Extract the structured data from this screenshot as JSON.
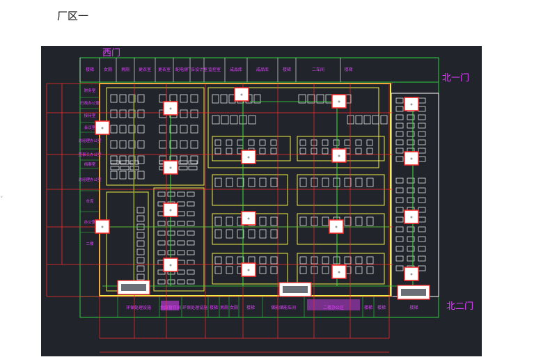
{
  "page": {
    "title": "厂区一"
  },
  "gates": {
    "west": "西门",
    "north1": "北一门",
    "north2": "北二门"
  },
  "top_rooms": [
    "楼梯",
    "女厕",
    "男厕",
    "更衣室",
    "更衣室",
    "配电房",
    "广告设计室",
    "监控室",
    "成品库",
    "成品库",
    "楼梯",
    "二车间",
    "楼梯"
  ],
  "left_rooms": [
    "财务室",
    "行政办公室",
    "接待室",
    "会议室",
    "总经理办公室",
    "董事长办公室",
    "档案室",
    "总经理办公室",
    "仓库",
    "办公室",
    "二楼"
  ],
  "bottom_rooms": [
    "环保处理设施",
    "危废暂存间",
    "环保处理设施",
    "楼梯",
    "男厕",
    "女厕",
    "楼梯",
    "储能储能车间",
    "二楼办公区",
    "楼梯",
    "楼梯",
    "楼梯"
  ],
  "colors": {
    "background": "#21252b",
    "walls": "#f0f04a",
    "rooms": "#2ecc40",
    "dimensions": "#ff2a2a",
    "labels": "#e040ff",
    "machines": "#ffffff"
  },
  "icons": {
    "access_point": "wifi-ap-icon",
    "switch": "network-switch-icon"
  }
}
